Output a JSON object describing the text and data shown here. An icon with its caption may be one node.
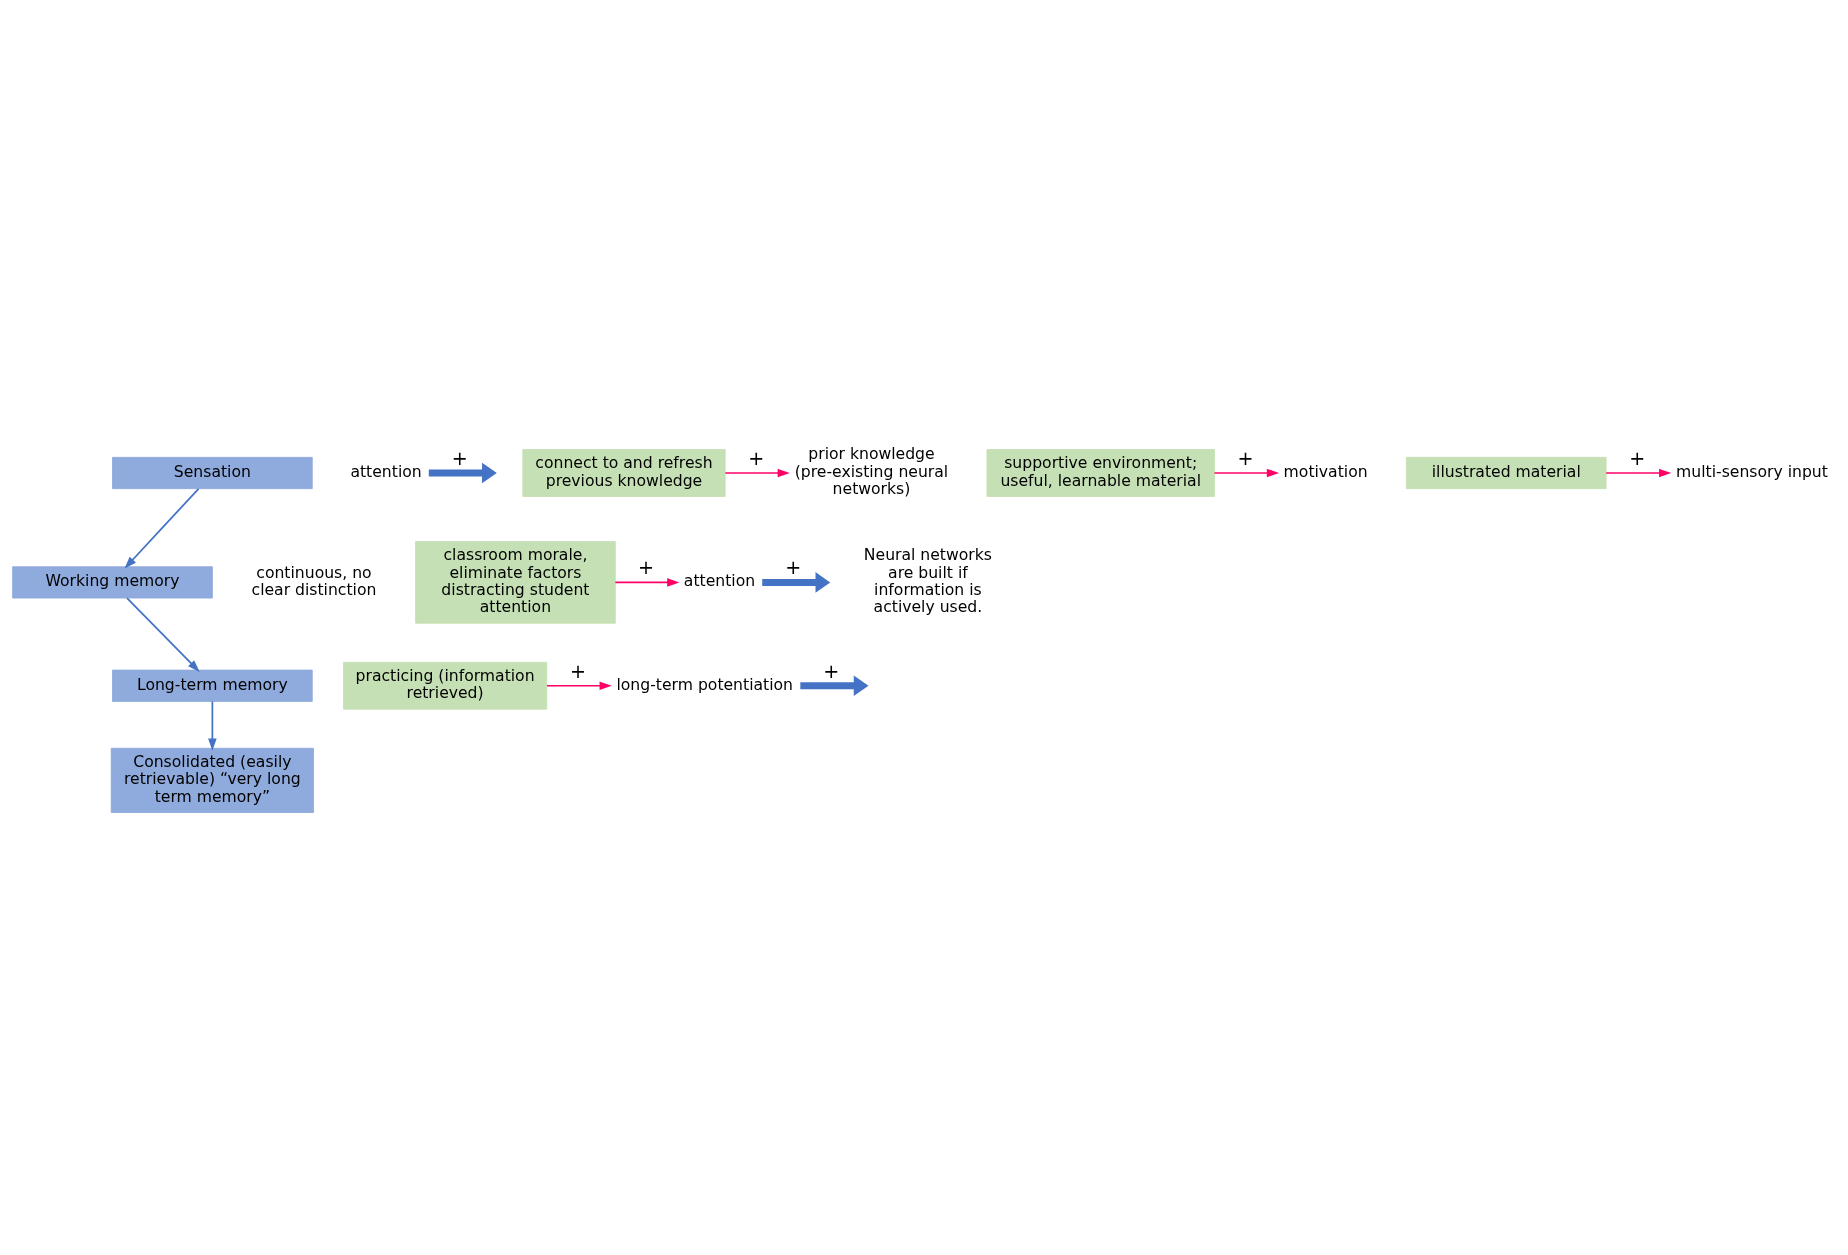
{
  "diagram": {
    "nodes": [
      {
        "text": [
          "Sensation"
        ]
      },
      {
        "text": [
          "Working memory"
        ]
      },
      {
        "text": [
          "Long-term memory"
        ]
      },
      {
        "text": [
          "Consolidated (easily retrievable) “very long term memory”"
        ]
      },
      {
        "text": [
          "attention"
        ]
      },
      {
        "text": [
          "classroom morale, eliminate factors distracting student attention"
        ]
      },
      {
        "text": [
          "attention"
        ]
      },
      {
        "text": [
          "prior knowledge (pre-existing neural networks)"
        ]
      },
      {
        "text": [
          "connect to and refresh previous knowledge"
        ]
      },
      {
        "text": [
          "motivation"
        ]
      },
      {
        "text": [
          "multi-sensory input"
        ]
      },
      {
        "text": [
          "supportive environment; useful, learnable material"
        ]
      },
      {
        "text": [
          "illustrated material"
        ]
      },
      {
        "text": [
          "long-term potentiation"
        ]
      },
      {
        "text": [
          "practicing (information retrieved)"
        ]
      }
    ],
    "edges": [
      {
        "from": 0,
        "to": 1,
        "arrow": "to"
      },
      {
        "from": 4,
        "to": null,
        "arrow": "to",
        "label": "+",
        "style": "thick"
      },
      {
        "from": 1,
        "to": 2,
        "arrow": "to"
      },
      {
        "from": 6,
        "to": null,
        "arrow": "to",
        "label": "+",
        "style": "thick"
      },
      {
        "from": 2,
        "to": 3,
        "arrow": "to"
      },
      {
        "from": 13,
        "to": null,
        "arrow": "to",
        "label": "+",
        "style": "thick"
      },
      {
        "from": 5,
        "to": 6,
        "arrow": "to",
        "label": "+",
        "color": "#ff0066"
      },
      {
        "from": 8,
        "to": 7,
        "arrow": "to",
        "label": "+",
        "color": "#ff0066"
      },
      {
        "from": 11,
        "to": 9,
        "arrow": "to",
        "label": "+",
        "color": "#ff0066"
      },
      {
        "from": 12,
        "to": 10,
        "arrow": "to",
        "label": "+",
        "color": "#ff0066"
      },
      {
        "from": 14,
        "to": 13,
        "arrow": "to",
        "label": "+",
        "color": "#ff0066"
      }
    ],
    "labels": [
      "Neural networks are built if information is actively used.",
      "continuous, no clear distinction"
    ]
  }
}
